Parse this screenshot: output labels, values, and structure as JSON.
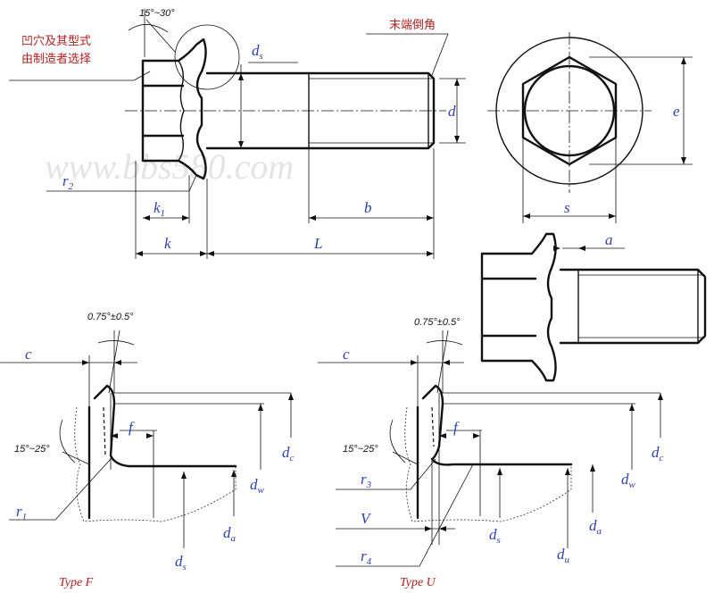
{
  "watermark": "www.bbs580.com",
  "notes": {
    "recess_line1": "凹穴及其型式",
    "recess_line2": "由制造者选择",
    "end_chamfer": "末端倒角"
  },
  "angles": {
    "head_angle": "15°~30°",
    "bearing_angle_f": "0.75°±0.5°",
    "bearing_angle_u": "0.75°±0.5°",
    "flange_angle_f": "15°~25°",
    "flange_angle_u": "15°~25°"
  },
  "dims": {
    "ds": "d",
    "ds_sub": "s",
    "d": "d",
    "e": "e",
    "s": "s",
    "a": "a",
    "r2": "r",
    "r2_sub": "2",
    "k1": "k",
    "k1_sub": "1",
    "k": "k",
    "b": "b",
    "L": "L"
  },
  "detail_f": {
    "c": "c",
    "f": "f",
    "dc": "d",
    "dc_sub": "c",
    "dw": "d",
    "dw_sub": "w",
    "da": "d",
    "da_sub": "a",
    "ds": "d",
    "ds_sub": "s",
    "r1": "r",
    "r1_sub": "1",
    "type": "Type F"
  },
  "detail_u": {
    "c": "c",
    "f": "f",
    "dc": "d",
    "dc_sub": "c",
    "dw": "d",
    "dw_sub": "w",
    "da": "d",
    "da_sub": "a",
    "ds": "d",
    "ds_sub": "s",
    "du": "d",
    "du_sub": "u",
    "r3": "r",
    "r3_sub": "3",
    "r4": "r",
    "r4_sub": "4",
    "V": "V",
    "type": "Type U"
  }
}
